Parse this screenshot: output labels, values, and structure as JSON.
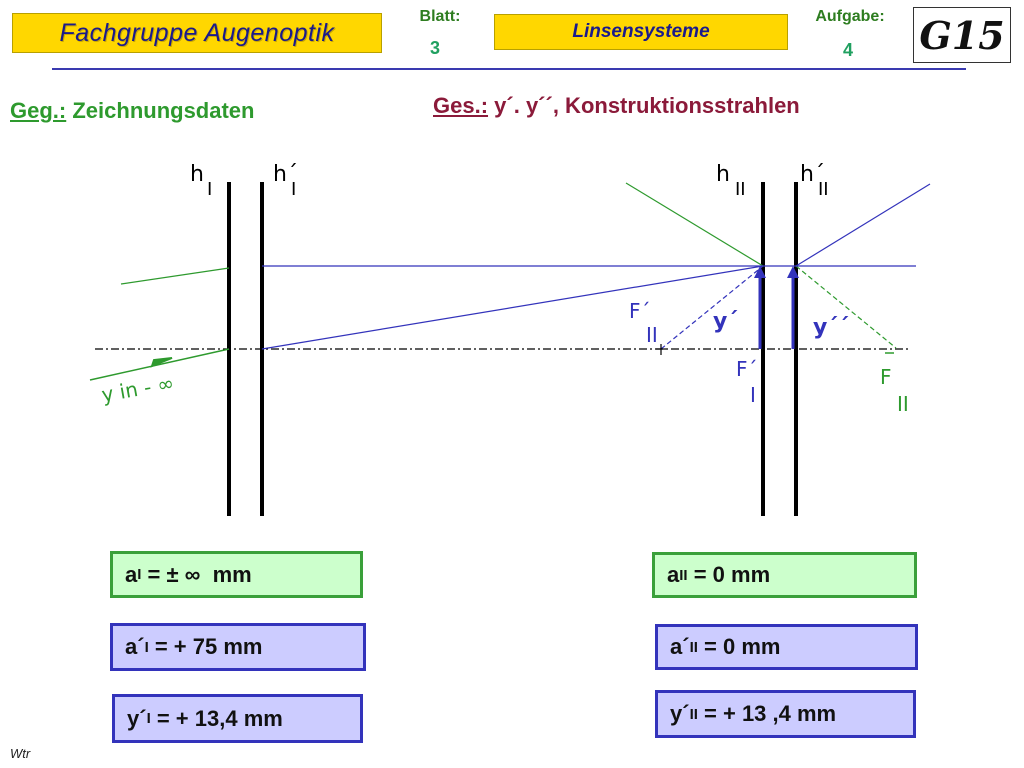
{
  "header": {
    "title": "Fachgruppe  Augenoptik",
    "blatt_label": "Blatt:",
    "blatt_value": "3",
    "topic": "Linsensysteme",
    "aufgabe_label": "Aufgabe:",
    "aufgabe_value": "4",
    "logo_text": "G15"
  },
  "given": {
    "label": "Geg.:",
    "text": "Zeichnungsdaten"
  },
  "sought": {
    "label": "Ges.:",
    "text": "y´. y´´,  Konstruktionsstrahlen"
  },
  "diagram": {
    "h1": "h",
    "h1_sub": "I",
    "h1p": "h´",
    "h1p_sub": "I",
    "h2": "h",
    "h2_sub": "II",
    "h2p": "h´",
    "h2p_sub": "II",
    "y_in_inf": "y in - ∞",
    "f2_prime": "F´",
    "f2_prime_sub": "II",
    "f1_prime": "F´",
    "f1_prime_sub": "I",
    "f2_bar": "F",
    "f2_bar_sub": "II",
    "y_prime": "y´",
    "y_double_prime": "y´´",
    "colors": {
      "green": "#2e9a2e",
      "blue": "#3333bb",
      "axis": "#000000"
    }
  },
  "params": {
    "a1": {
      "sym": "a",
      "sub": "I",
      "rest": " = ± ∞  mm"
    },
    "a1p": {
      "sym": "a´",
      "sub": "I",
      "rest": " = + 75 mm"
    },
    "y1p": {
      "sym": "y´",
      "sub": "I",
      "rest": " = + 13,4 mm"
    },
    "a2": {
      "sym": "a",
      "sub": "II",
      "rest": " = 0 mm"
    },
    "a2p": {
      "sym": "a´",
      "sub": "II",
      "rest": " = 0 mm"
    },
    "y2p": {
      "sym": "y´",
      "sub": "II",
      "rest": " = + 13 ,4 mm"
    }
  },
  "footer": {
    "author": "Wtr"
  }
}
